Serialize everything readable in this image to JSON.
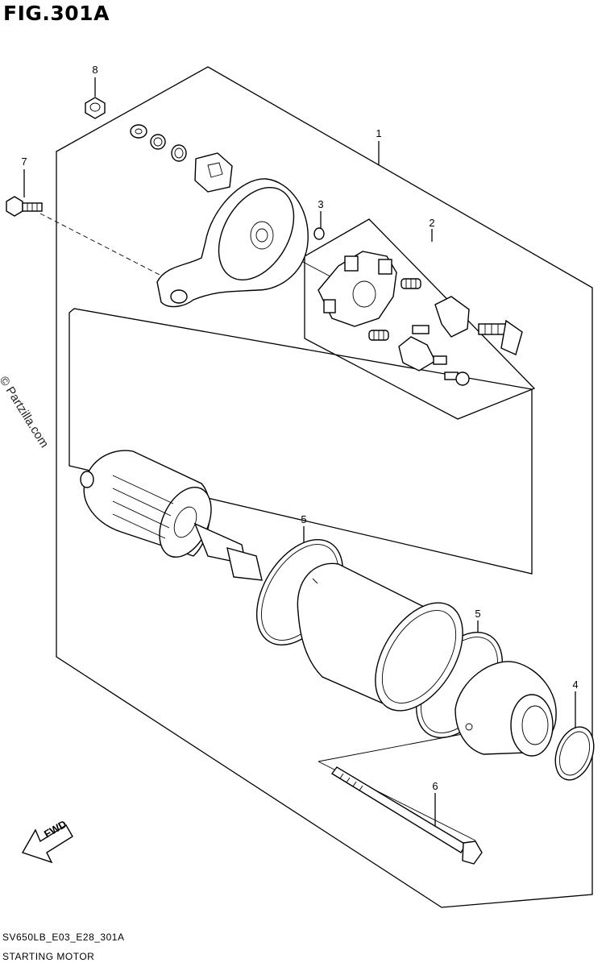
{
  "figure": {
    "title": "FIG.301A",
    "footer_code": "SV650LB_E03_E28_301A",
    "footer_name": "STARTING MOTOR",
    "watermark": "© Partzilla.com",
    "fwd_label": "FWD"
  },
  "callouts": [
    {
      "id": "callout-1",
      "number": "1"
    },
    {
      "id": "callout-2",
      "number": "2"
    },
    {
      "id": "callout-3",
      "number": "3"
    },
    {
      "id": "callout-4",
      "number": "4"
    },
    {
      "id": "callout-5a",
      "number": "5"
    },
    {
      "id": "callout-5b",
      "number": "5"
    },
    {
      "id": "callout-6",
      "number": "6"
    },
    {
      "id": "callout-7",
      "number": "7"
    },
    {
      "id": "callout-8",
      "number": "8"
    }
  ]
}
